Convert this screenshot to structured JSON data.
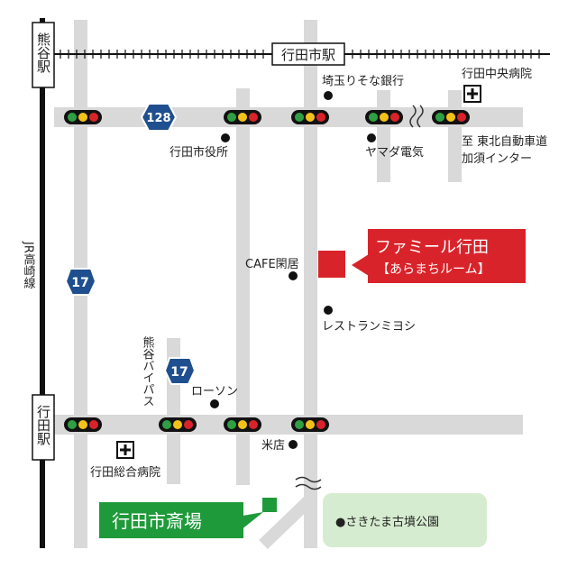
{
  "stations": {
    "kumagaya": "熊谷駅",
    "gyoda": "行田駅",
    "gyodashi": "行田市駅"
  },
  "railway": {
    "jr_line": "JR高崎線"
  },
  "routes": {
    "r128": "128",
    "r17_main": "17",
    "r17_bypass": "17"
  },
  "roads": {
    "kumagaya_bypass": "熊谷バイパス"
  },
  "places": {
    "city_hall": "行田市役所",
    "bank": "埼玉りそな銀行",
    "yamada": "ヤマダ電気",
    "central_hospital": "行田中央病院",
    "expressway": [
      "至 東北自動車道",
      "加須インター"
    ],
    "cafe": "CAFE閑居",
    "restaurant": "レストランミヨシ",
    "lawson": "ローソン",
    "rice_shop": "米店",
    "general_hospital": "行田総合病院",
    "park": "●さきたま古墳公園"
  },
  "callouts": {
    "target_line1": "ファミール行田",
    "target_line2": "【あらまちルーム】",
    "funeral_hall": "行田市斎場"
  },
  "colors": {
    "road": "#d9d9d9",
    "rail": "#111111",
    "target_red": "#d9232a",
    "funeral_green": "#1e9a3a",
    "park_green": "#d6ecd0",
    "route_shield": "#1f4f8f",
    "signal_green": "#2ea043",
    "signal_yellow": "#f2c21b",
    "signal_red": "#d9232a"
  }
}
